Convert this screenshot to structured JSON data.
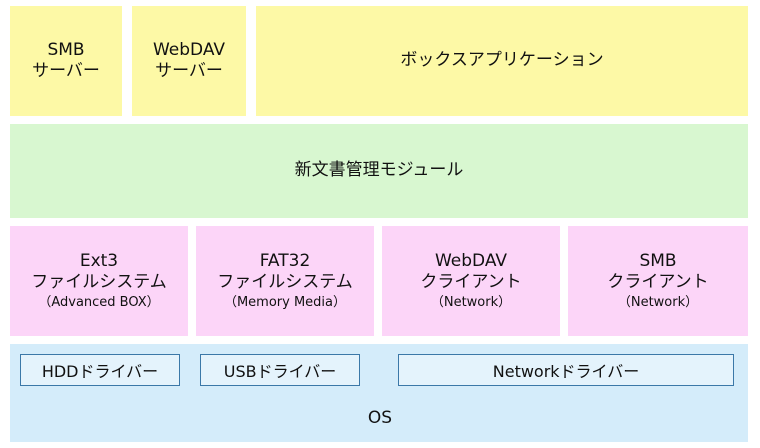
{
  "top_row": {
    "smb_server": {
      "line1": "SMB",
      "line2": "サーバー"
    },
    "webdav_server": {
      "line1": "WebDAV",
      "line2": "サーバー"
    },
    "box_application": {
      "label": "ボックスアプリケーション"
    }
  },
  "module": {
    "label": "新文書管理モジュール"
  },
  "filesystems": [
    {
      "line1": "Ext3",
      "line2": "ファイルシステム",
      "line3": "（Advanced BOX）"
    },
    {
      "line1": "FAT32",
      "line2": "ファイルシステム",
      "line3": "（Memory Media）"
    },
    {
      "line1": "WebDAV",
      "line2": "クライアント",
      "line3": "（Network）"
    },
    {
      "line1": "SMB",
      "line2": "クライアント",
      "line3": "（Network）"
    }
  ],
  "os_layer": {
    "drivers": [
      "HDDドライバー",
      "USBドライバー",
      "Networkドライバー"
    ],
    "label": "OS"
  },
  "colors": {
    "application": "#fdf9a6",
    "module": "#d8f7d0",
    "filesystem": "#fcd5f8",
    "os": "#d4ecfa",
    "driver_border": "#3b78a8"
  }
}
